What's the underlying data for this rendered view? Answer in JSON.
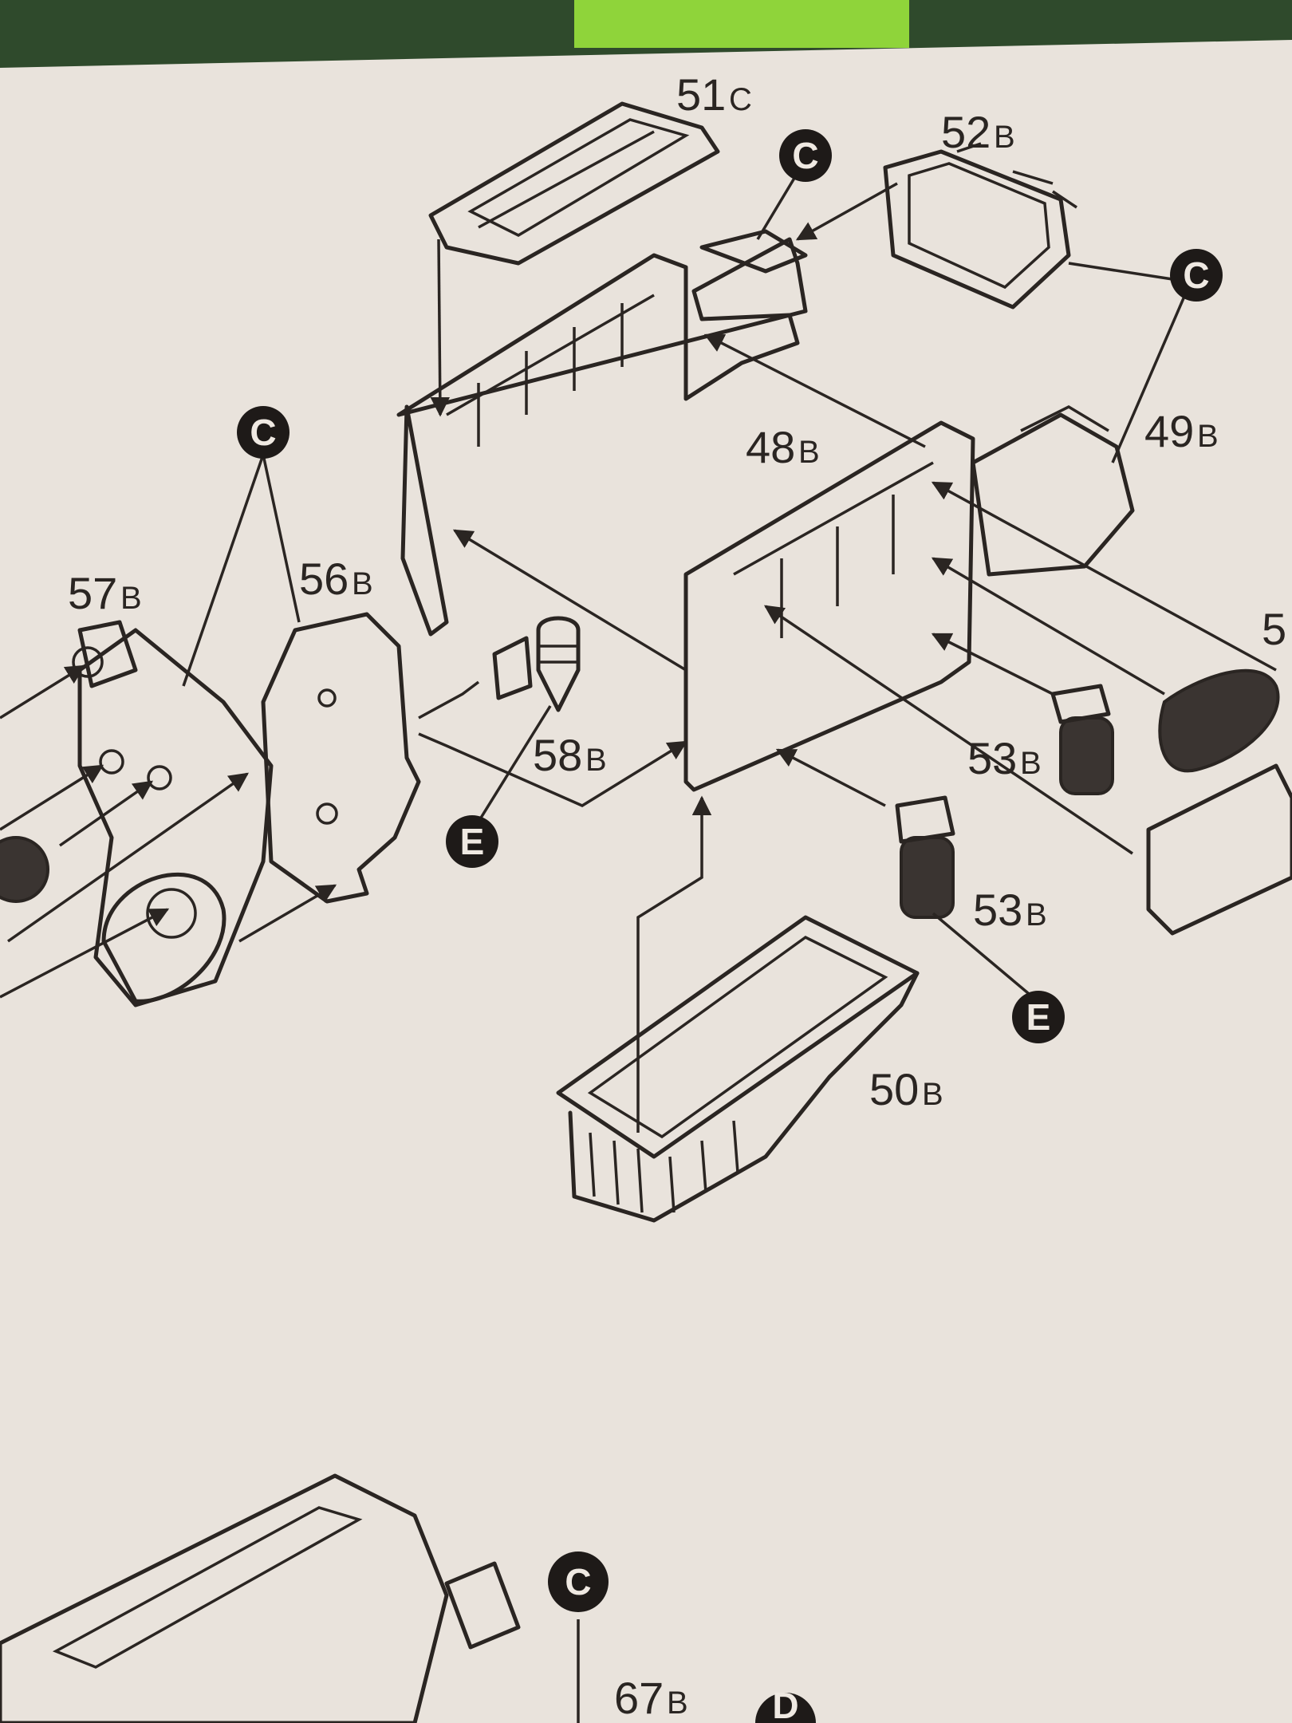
{
  "colors": {
    "paper": "#e9e3dc",
    "ink": "#2a2522",
    "background": "#2f4a2c"
  },
  "parts": [
    {
      "num": "51",
      "suffix": "C"
    },
    {
      "num": "52",
      "suffix": "B"
    },
    {
      "num": "48",
      "suffix": "B"
    },
    {
      "num": "49",
      "suffix": "B"
    },
    {
      "num": "57",
      "suffix": "B"
    },
    {
      "num": "56",
      "suffix": "B"
    },
    {
      "num": "58",
      "suffix": "B"
    },
    {
      "num": "53",
      "suffix": "B"
    },
    {
      "num": "53",
      "suffix": "B"
    },
    {
      "num": "50",
      "suffix": "B"
    },
    {
      "num": "67",
      "suffix": "B"
    },
    {
      "num": "5",
      "suffix": ""
    }
  ],
  "badges": [
    "C",
    "C",
    "C",
    "E",
    "E",
    "C",
    "D"
  ]
}
